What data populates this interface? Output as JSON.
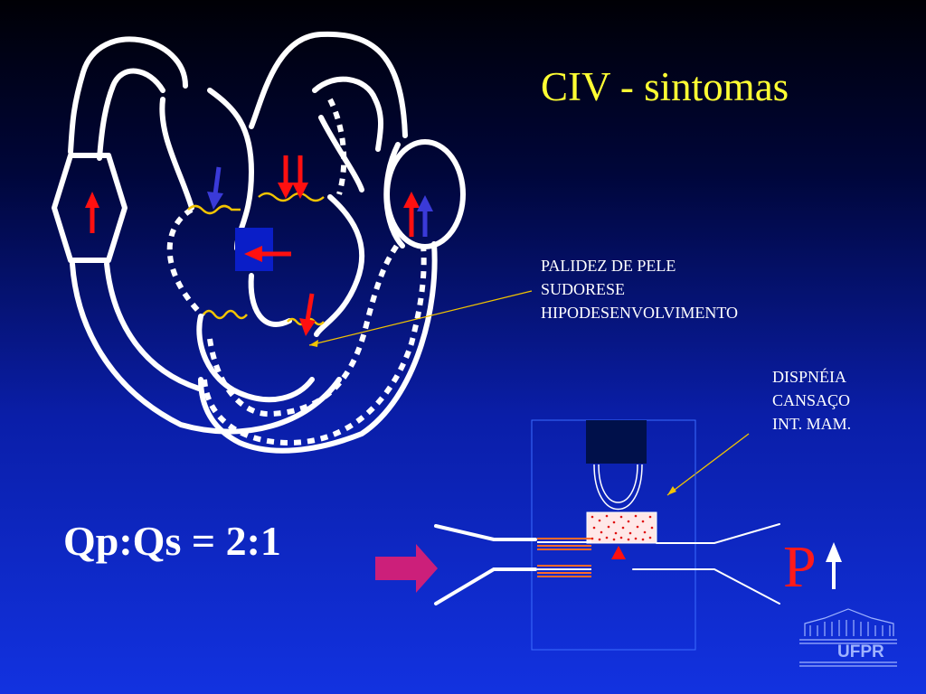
{
  "slide": {
    "title": "CIV - sintomas",
    "symptoms_list_1": [
      "PALIDEZ DE PELE",
      "SUDORESE",
      "HIPODESENVOLVIMENTO"
    ],
    "symptoms_list_2": [
      "DISPNÉIA",
      "CANSAÇO",
      "INT. MAM."
    ],
    "ratio": "Qp:Qs = 2:1",
    "pressure_letter": "P",
    "logo_text": "UFPR"
  },
  "colors": {
    "title": "#ffff33",
    "text": "#ffffff",
    "arrow_red": "#ff1010",
    "arrow_blue": "#3a3ad8",
    "valve_yellow": "#f2c400",
    "leader_line": "#f2c400",
    "right_arrow": "#cc1f7a",
    "vsd_box": "#0a1ec8",
    "dark_box": "#00104a"
  }
}
